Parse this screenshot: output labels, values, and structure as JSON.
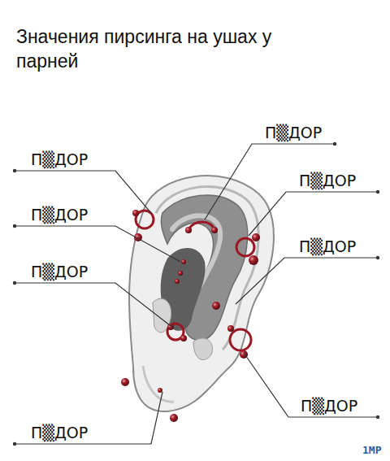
{
  "diagram": {
    "title": "Значения пирсинга на ушах у парней",
    "labels": [
      "П▒ДОР",
      "П▒ДОР",
      "П▒ДОР",
      "П▒ДОР",
      "П▒ДОР",
      "П▒ДОР",
      "П▒ДОР",
      "П▒ДОР",
      "1MP"
    ]
  }
}
